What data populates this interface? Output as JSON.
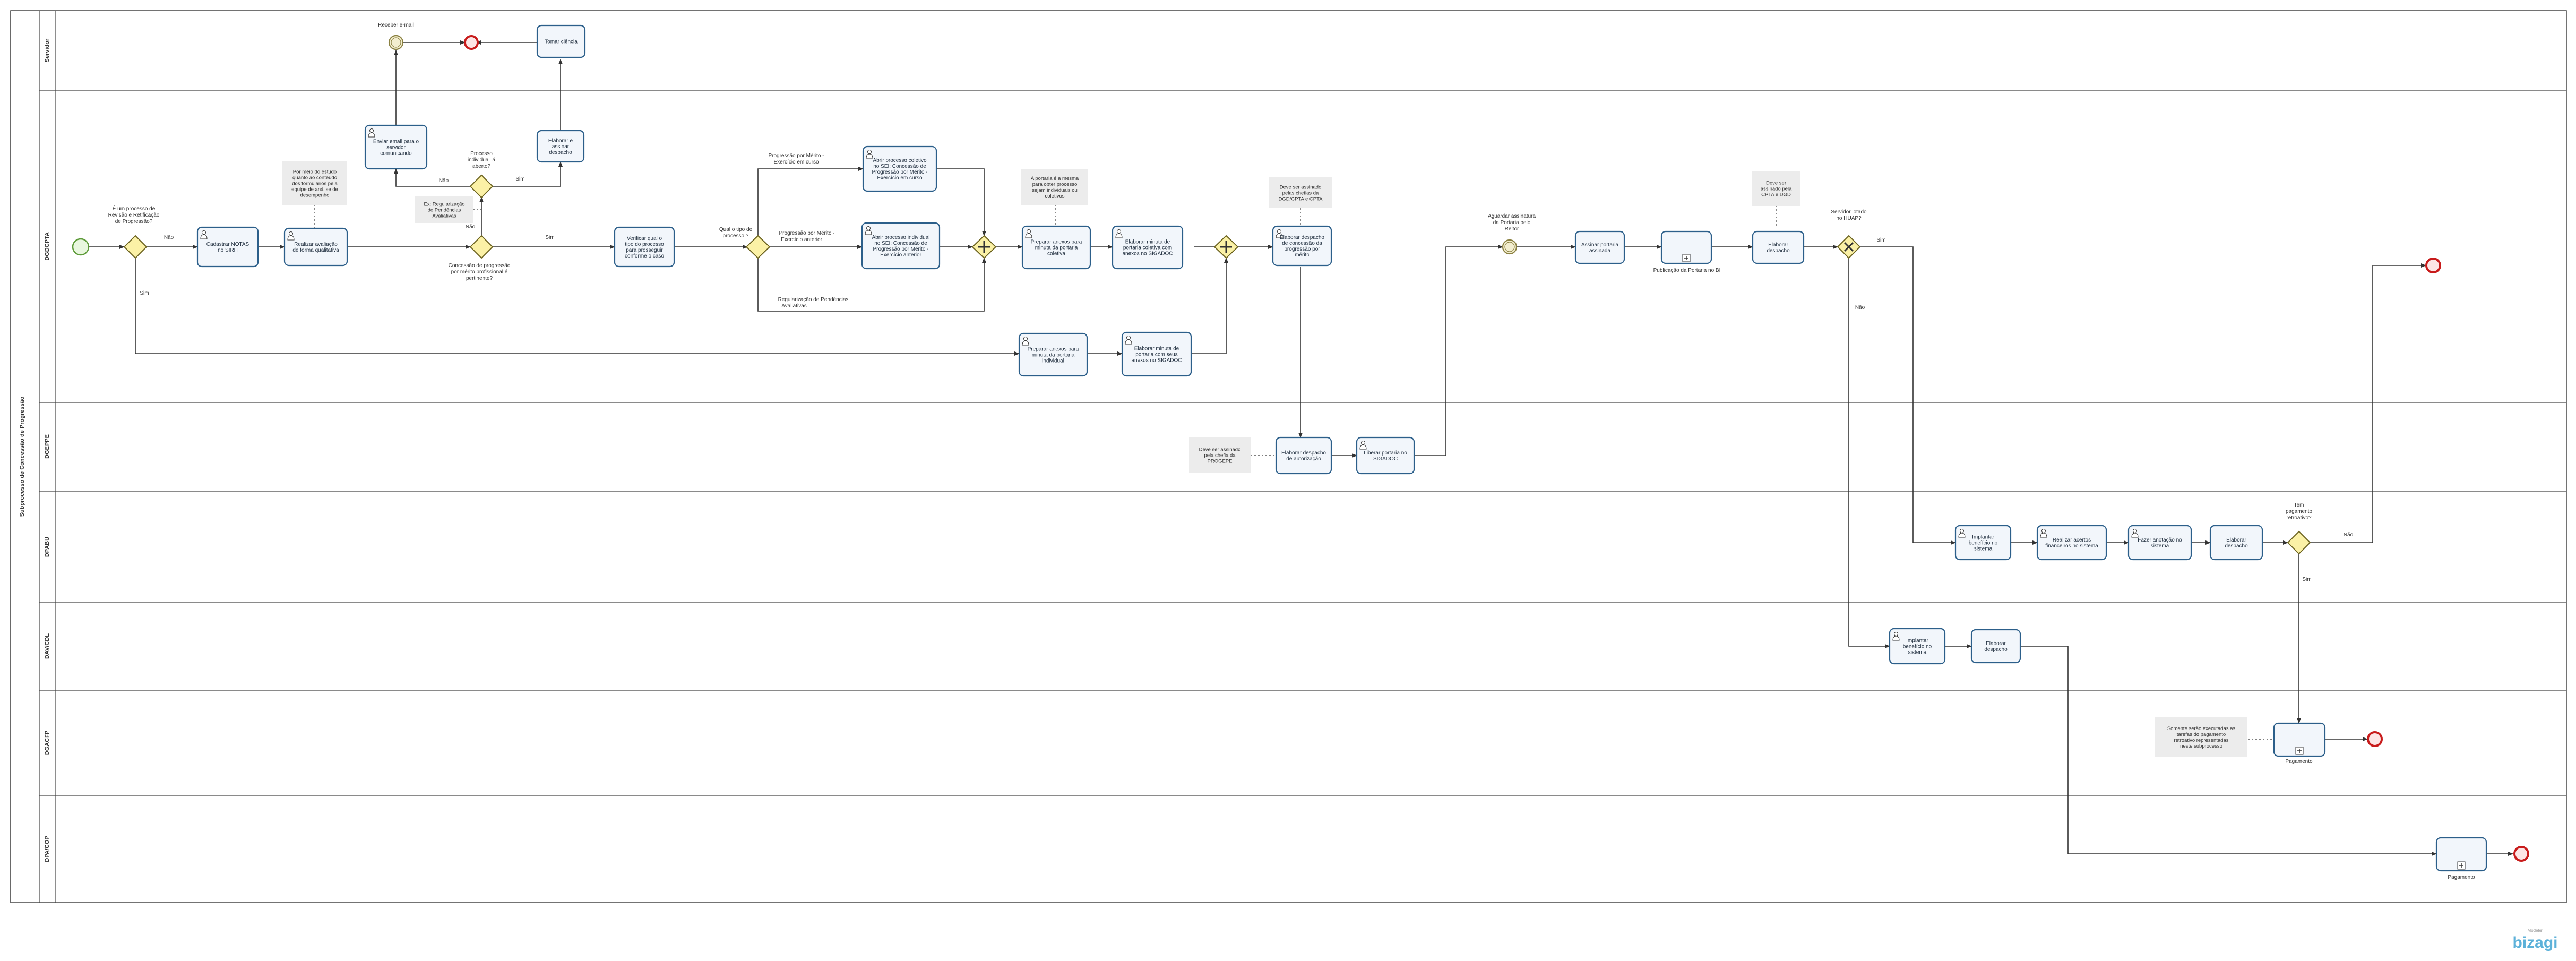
{
  "pool": {
    "label": "Subprocesso de Concessão de Progressão"
  },
  "lanes": [
    {
      "id": "servidor",
      "label": "Servidor"
    },
    {
      "id": "dgdcpta",
      "label": "DGDCPTA"
    },
    {
      "id": "dgeppe",
      "label": "DGEPPE"
    },
    {
      "id": "dpabu",
      "label": "DPABU"
    },
    {
      "id": "dav_cdl",
      "label": "DAV/CDL"
    },
    {
      "id": "dgacfp",
      "label": "DGACFP"
    },
    {
      "id": "dpa_cop",
      "label": "DPA/COP"
    }
  ],
  "tasks": [
    {
      "id": "tomar_ciencia",
      "text": [
        "Tomar ciência"
      ]
    },
    {
      "id": "enviar_email",
      "text": [
        "Enviar email para o",
        "servidor",
        "comunicando"
      ]
    },
    {
      "id": "elaborar_assinar_despacho",
      "text": [
        "Elaborar e",
        "assinar",
        "despacho"
      ]
    },
    {
      "id": "cadastrar_notas",
      "text": [
        "Cadastrar NOTAS",
        "no SIRH"
      ]
    },
    {
      "id": "realizar_avaliacao",
      "text": [
        "Realizar avaliação",
        "de forma qualitativa"
      ]
    },
    {
      "id": "verificar_tipo",
      "text": [
        "Verificar qual o",
        "tipo do processo",
        "para prosseguir",
        "conforme o caso"
      ]
    },
    {
      "id": "abrir_coletivo",
      "text": [
        "Abrir processo coletivo",
        "no SEI: Concessão de",
        "Progressão por Mérito -",
        "Exercício em curso"
      ]
    },
    {
      "id": "abrir_individual",
      "text": [
        "Abrir processo individual",
        "no SEI: Concessão de",
        "Progressão por Mérito -",
        "Exercício anterior"
      ]
    },
    {
      "id": "preparar_anexos_coletiva",
      "text": [
        "Preparar anexos para",
        "minuta da portaria",
        "coletiva"
      ]
    },
    {
      "id": "elaborar_minuta_coletiva",
      "text": [
        "Elaborar minuta de",
        "portaria coletiva com",
        "anexos no SIGADOC"
      ]
    },
    {
      "id": "preparar_anexos_individual",
      "text": [
        "Preparar anexos para",
        "minuta da portaria",
        "individual"
      ]
    },
    {
      "id": "elaborar_minuta_individual",
      "text": [
        "Elaborar minuta de",
        "portaria com seus",
        "anexos no SIGADOC"
      ]
    },
    {
      "id": "elaborar_despacho_concessao",
      "text": [
        "Elaborar despacho",
        "de concessão da",
        "progressão por",
        "mérito"
      ]
    },
    {
      "id": "assinar_portaria",
      "text": [
        "Assinar portaria",
        "assinada"
      ]
    },
    {
      "id": "publicacao_portaria",
      "text": [
        "Publicação da",
        "Portaria no BI"
      ]
    },
    {
      "id": "elaborar_despacho_1",
      "text": [
        "Elaborar",
        "despacho"
      ]
    },
    {
      "id": "elaborar_despacho_autorizacao",
      "text": [
        "Elaborar despacho",
        "de autorização"
      ]
    },
    {
      "id": "liberar_portaria",
      "text": [
        "Liberar portaria no",
        "SIGADOC"
      ]
    },
    {
      "id": "implantar_beneficio_dpabu",
      "text": [
        "Implantar",
        "benefício no",
        "sistema"
      ]
    },
    {
      "id": "realizar_acertos",
      "text": [
        "Realizar acertos",
        "financeiros no sistema"
      ]
    },
    {
      "id": "fazer_anotacao",
      "text": [
        "Fazer anotação no",
        "sistema"
      ]
    },
    {
      "id": "elaborar_despacho_dpabu",
      "text": [
        "Elaborar",
        "despacho"
      ]
    },
    {
      "id": "implantar_beneficio_dav",
      "text": [
        "Implantar",
        "benefício no",
        "sistema"
      ]
    },
    {
      "id": "elaborar_despacho_dav",
      "text": [
        "Elaborar",
        "despacho"
      ]
    },
    {
      "id": "pagamento_dgacfp",
      "text": []
    },
    {
      "id": "pagamento_dpacop",
      "text": []
    }
  ],
  "subprocess_labels": {
    "publicacao": "Publicação da Portaria no BI",
    "pagamento_dgacfp": "Pagamento",
    "pagamento_dpacop": "Pagamento"
  },
  "events": {
    "receber_email": "Receber e-mail",
    "aguardar_assinatura": [
      "Aguardar  assinatura",
      "da Portaria pelo",
      "Reitor"
    ]
  },
  "gateways": {
    "g1": [
      "É um processo de",
      "Revisão e Retificação",
      "de Progressão?"
    ],
    "g2": [
      "Processo",
      "individual já",
      "aberto?"
    ],
    "g3": [
      "Concessão de progressão",
      "por mérito profissional é",
      "pertinente?"
    ],
    "g4": [
      "Qual o tipo de",
      "processo ?"
    ],
    "g5": [
      "Servidor lotado",
      "no HUAP?"
    ],
    "g6": [
      "Tem",
      "pagamento",
      "retroativo?"
    ]
  },
  "flow_labels": {
    "nao_g1": "Não",
    "sim_g1": "Sim",
    "nao_g2": "Não",
    "sim_g2": "Sim",
    "nao_g3": "Não",
    "sim_g3": "Sim",
    "merito_curso": [
      "Progressão por Mérito -",
      "Exercício em curso"
    ],
    "merito_anterior": [
      "Progressão por Mérito -",
      "Exercício anterior"
    ],
    "regularizacao": [
      "Regularização de Pendências",
      "Avaliativas"
    ],
    "sim_g5": "Sim",
    "nao_g5": "Não",
    "nao_g6": "Não",
    "sim_g6": "Sim"
  },
  "notes": {
    "avaliacao": [
      "Por meio do estudo",
      "quanto ao conteúdo",
      "dos formulários pela",
      "equipe de análise de",
      "desempenho"
    ],
    "regularizacao": [
      "Ex: Regularização",
      "de Pendências",
      "Avaliativas"
    ],
    "portaria_mesma": [
      "A portaria é a mesma",
      "para obter processo",
      "sejam individuais ou",
      "coletivos"
    ],
    "assinado_chefias": [
      "Deve ser assinado",
      "pelas chefias da",
      "DGD/CPTA e CPTA"
    ],
    "assinado_cpta": [
      "Deve ser",
      "assinado pela",
      "CPTA e DGD"
    ],
    "assinado_progepe": [
      "Deve ser assinado",
      "pela chefia da",
      "PROGEPE"
    ],
    "retroativo": [
      "Somente serão executadas as",
      "tarefas do pagamento",
      "retroativo representadas",
      "neste subprocesso"
    ]
  },
  "brand": {
    "name": "bizagi",
    "tagline": "Modeler"
  },
  "colors": {
    "task_stroke": "#2c5f8a",
    "task_fill": "#f2f6fb",
    "gateway_fill": "#fbf1a6",
    "start": "#5f9c3b",
    "end": "#c81b1b",
    "brand": "#5cb1d9"
  }
}
